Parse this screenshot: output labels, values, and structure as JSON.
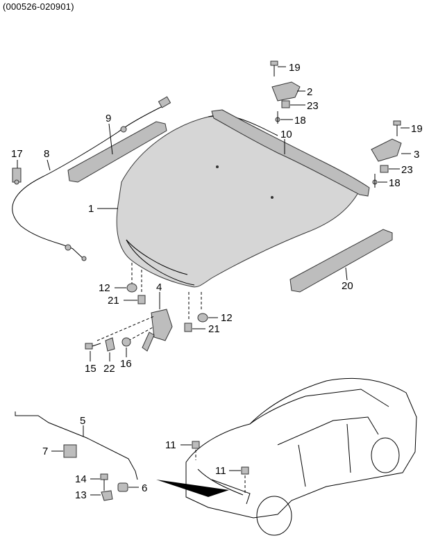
{
  "diagram": {
    "code": "(000526-020901)",
    "labels": [
      {
        "id": "p19a",
        "text": "19"
      },
      {
        "id": "p2",
        "text": "2"
      },
      {
        "id": "p23a",
        "text": "23"
      },
      {
        "id": "p18a",
        "text": "18"
      },
      {
        "id": "p9",
        "text": "9"
      },
      {
        "id": "p10",
        "text": "10"
      },
      {
        "id": "p19b",
        "text": "19"
      },
      {
        "id": "p3",
        "text": "3"
      },
      {
        "id": "p17",
        "text": "17"
      },
      {
        "id": "p8",
        "text": "8"
      },
      {
        "id": "p23b",
        "text": "23"
      },
      {
        "id": "p18b",
        "text": "18"
      },
      {
        "id": "p1",
        "text": "1"
      },
      {
        "id": "p20",
        "text": "20"
      },
      {
        "id": "p12a",
        "text": "12"
      },
      {
        "id": "p4",
        "text": "4"
      },
      {
        "id": "p21a",
        "text": "21"
      },
      {
        "id": "p12b",
        "text": "12"
      },
      {
        "id": "p21b",
        "text": "21"
      },
      {
        "id": "p15",
        "text": "15"
      },
      {
        "id": "p22",
        "text": "22"
      },
      {
        "id": "p16",
        "text": "16"
      },
      {
        "id": "p5",
        "text": "5"
      },
      {
        "id": "p7",
        "text": "7"
      },
      {
        "id": "p11a",
        "text": "11"
      },
      {
        "id": "p11b",
        "text": "11"
      },
      {
        "id": "p14",
        "text": "14"
      },
      {
        "id": "p6",
        "text": "6"
      },
      {
        "id": "p13",
        "text": "13"
      }
    ]
  }
}
